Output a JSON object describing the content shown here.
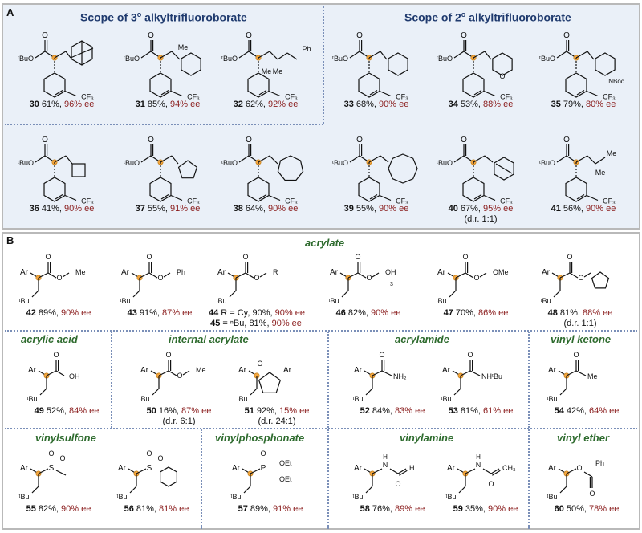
{
  "panelA": {
    "letter": "A",
    "title_tertiary": "Scope of 3",
    "title_secondary": "Scope of 2",
    "title_sup": "o",
    "title_suffix": " alkyltrifluoroborate",
    "compounds": [
      {
        "num": "30",
        "yield": "61%,",
        "ee": "96% ee",
        "r": "adamantyl"
      },
      {
        "num": "31",
        "yield": "85%,",
        "ee": "94% ee",
        "r": "Me"
      },
      {
        "num": "32",
        "yield": "62%,",
        "ee": "92% ee",
        "r": "Ph"
      },
      {
        "num": "33",
        "yield": "68%,",
        "ee": "90% ee",
        "r": "cyclohexyl"
      },
      {
        "num": "34",
        "yield": "53%,",
        "ee": "88% ee",
        "r": "O"
      },
      {
        "num": "35",
        "yield": "79%,",
        "ee": "80% ee",
        "r": "NBoc"
      },
      {
        "num": "36",
        "yield": "41%,",
        "ee": "90% ee",
        "r": "cyclobutyl"
      },
      {
        "num": "37",
        "yield": "55%,",
        "ee": "91% ee",
        "r": "cyclopentyl"
      },
      {
        "num": "38",
        "yield": "64%,",
        "ee": "90% ee",
        "r": "cycloheptyl"
      },
      {
        "num": "39",
        "yield": "55%,",
        "ee": "90% ee",
        "r": "cyclooctyl"
      },
      {
        "num": "40",
        "yield": "67%,",
        "ee": "95% ee",
        "dr": "(d.r. 1:1)",
        "r": "norbornyl"
      },
      {
        "num": "41",
        "yield": "56%,",
        "ee": "90% ee",
        "r": "Me"
      }
    ]
  },
  "panelB": {
    "letter": "B",
    "categories": {
      "acrylate": "acrylate",
      "acrylic_acid": "acrylic acid",
      "internal_acrylate": "internal acrylate",
      "acrylamide": "acrylamide",
      "vinyl_ketone": "vinyl ketone",
      "vinylsulfone": "vinylsulfone",
      "vinylphosphonate": "vinylphosphonate",
      "vinylamine": "vinylamine",
      "vinyl_ether": "vinyl ether"
    },
    "compounds": [
      {
        "num": "42",
        "yield": "89%,",
        "ee": "90% ee",
        "group": "Me"
      },
      {
        "num": "43",
        "yield": "91%,",
        "ee": "87% ee",
        "group": "Ph"
      },
      {
        "num": "44",
        "label": "R = Cy,",
        "yield": "90%,",
        "ee": "90% ee",
        "group": "R"
      },
      {
        "num": "45",
        "label": "= ⁿBu,",
        "yield": "81%,",
        "ee": "90% ee"
      },
      {
        "num": "46",
        "yield": "82%,",
        "ee": "90% ee",
        "group": "OH"
      },
      {
        "num": "47",
        "yield": "70%,",
        "ee": "86% ee",
        "group": "OMe"
      },
      {
        "num": "48",
        "yield": "81%,",
        "ee": "88% ee",
        "dr": "(d.r. 1:1)"
      },
      {
        "num": "49",
        "yield": "52%,",
        "ee": "84% ee",
        "group": "OH"
      },
      {
        "num": "50",
        "yield": "16%,",
        "ee": "87% ee",
        "dr": "(d.r. 6:1)",
        "group": "Me"
      },
      {
        "num": "51",
        "yield": "92%,",
        "ee": "15% ee",
        "dr": "(d.r. 24:1)"
      },
      {
        "num": "52",
        "yield": "84%,",
        "ee": "83% ee",
        "group": "NH₂"
      },
      {
        "num": "53",
        "yield": "81%,",
        "ee": "61% ee",
        "group": "NHᵗBu"
      },
      {
        "num": "54",
        "yield": "42%,",
        "ee": "64% ee",
        "group": "Me"
      },
      {
        "num": "55",
        "yield": "82%,",
        "ee": "90% ee"
      },
      {
        "num": "56",
        "yield": "81%,",
        "ee": "81% ee"
      },
      {
        "num": "57",
        "yield": "89%,",
        "ee": "91% ee",
        "group": "OEt"
      },
      {
        "num": "58",
        "yield": "76%,",
        "ee": "89% ee",
        "group": "H"
      },
      {
        "num": "59",
        "yield": "35%,",
        "ee": "90% ee",
        "group": "CH₃"
      },
      {
        "num": "60",
        "yield": "50%,",
        "ee": "78% ee",
        "group": "Ph"
      }
    ],
    "atom_labels": {
      "ar": "Ar",
      "bu": "ᵗBu",
      "o": "O",
      "s": "S",
      "p": "P",
      "n": "N",
      "h": "H",
      "oet": "OEt",
      "sub3": "3"
    }
  },
  "common_labels": {
    "tbuo": "ᵗBuO",
    "n": "N",
    "cf3": "CF₃",
    "me": "Me",
    "o": "O",
    "ph": "Ph",
    "nboc": "NBoc"
  },
  "colors": {
    "panel_a_bg": "#eaf0f8",
    "title_blue": "#1f3a6e",
    "category_green": "#2e6b2e",
    "ee_red": "#8a1c1c",
    "stereo_orange": "#f3a640",
    "divider": "#7a8fb8"
  }
}
